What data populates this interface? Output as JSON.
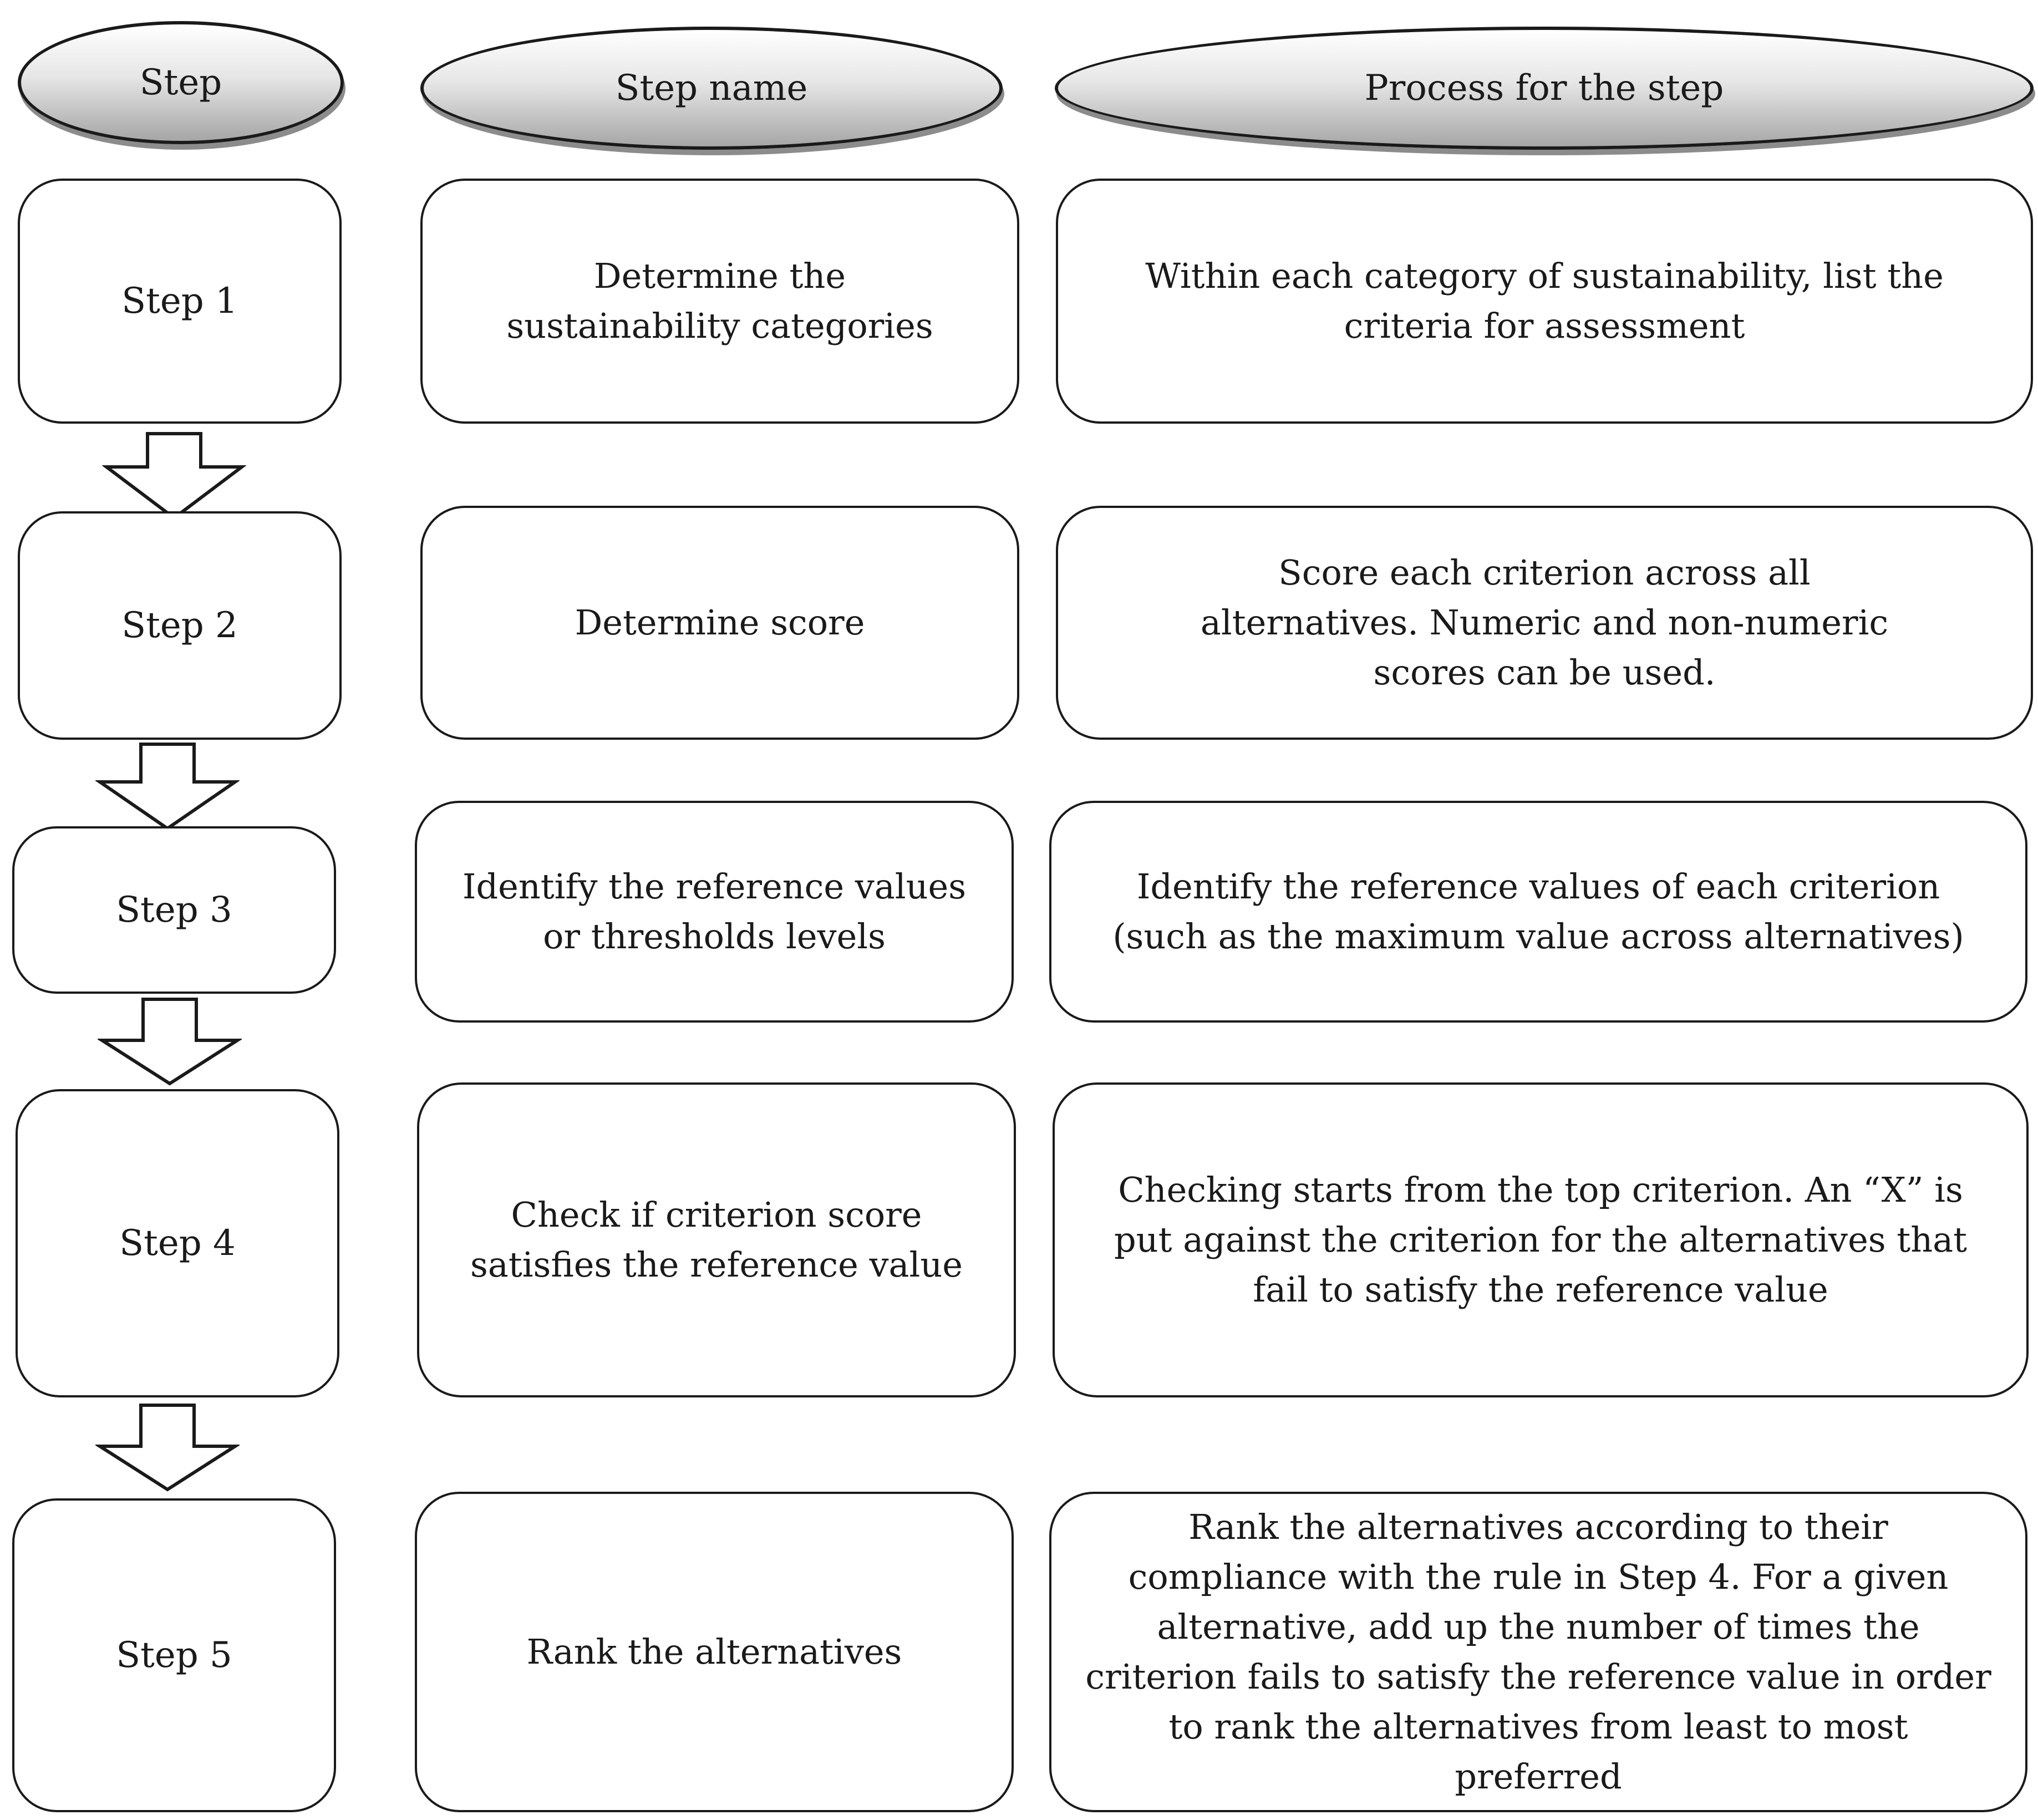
{
  "headers": {
    "step": "Step",
    "step_name": "Step name",
    "process": "Process for the step"
  },
  "rows": [
    {
      "step": "Step 1",
      "name": "Determine the sustainability categories",
      "process": "Within each category of sustainability, list the criteria for assessment"
    },
    {
      "step": "Step 2",
      "name": "Determine score",
      "process": "Score each criterion across all alternatives. Numeric and non-numeric scores can be used."
    },
    {
      "step": "Step 3",
      "name": "Identify the reference values or thresholds levels",
      "process": "Identify the reference values of each criterion (such as the maximum value across alternatives)"
    },
    {
      "step": "Step 4",
      "name": "Check if criterion score satisfies the reference value",
      "process": "Checking starts from the top criterion. An “X” is put against the criterion for the alternatives that fail to satisfy the reference value"
    },
    {
      "step": "Step 5",
      "name": "Rank the alternatives",
      "process": "Rank the alternatives according to their compliance with the rule in Step 4. For a given alternative, add up the number of times the criterion fails to satisfy the reference value in order to rank the alternatives from least to most preferred"
    }
  ]
}
